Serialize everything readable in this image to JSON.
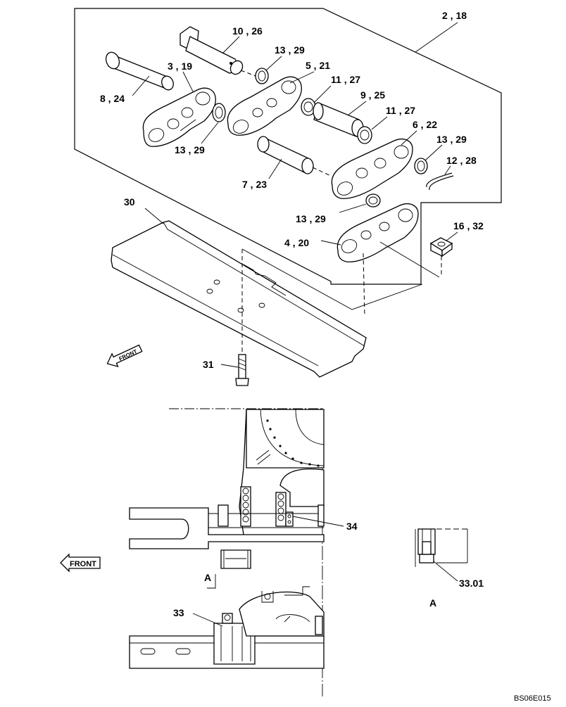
{
  "callouts": {
    "c_2_18": "2 , 18",
    "c_10_26": "10 , 26",
    "c_13_29_a": "13 , 29",
    "c_3_19": "3 , 19",
    "c_5_21": "5 , 21",
    "c_8_24": "8 , 24",
    "c_11_27_a": "11 , 27",
    "c_9_25": "9 , 25",
    "c_11_27_b": "11 , 27",
    "c_6_22": "6 , 22",
    "c_13_29_b": "13 , 29",
    "c_13_29_c": "13 , 29",
    "c_12_28": "12 , 28",
    "c_7_23": "7 , 23",
    "c_30": "30",
    "c_16_32": "16 , 32",
    "c_13_29_d": "13 , 29",
    "c_4_20": "4 , 20",
    "c_31": "31",
    "c_34": "34",
    "c_33_01": "33.01",
    "c_33": "33"
  },
  "front_label_top": "FRONT",
  "front_label_bottom": "FRONT",
  "view_marker": "A",
  "view_label": "A",
  "figure_code": "BS06E015"
}
